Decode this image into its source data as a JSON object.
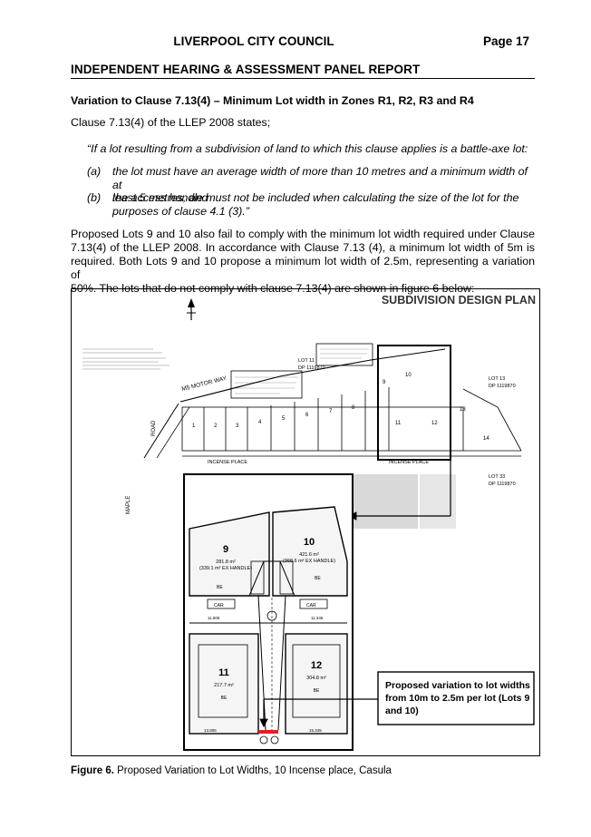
{
  "header": {
    "council": "LIVERPOOL CITY COUNCIL",
    "page": "Page 17",
    "report": "INDEPENDENT HEARING & ASSESSMENT PANEL REPORT"
  },
  "section": {
    "title": "Variation to Clause 7.13(4) – Minimum Lot width in Zones R1, R2, R3 and R4",
    "intro": "Clause 7.13(4) of the LLEP 2008 states;",
    "quote_lead": "“If a lot resulting from a subdivision of land to which this clause applies is a battle-axe lot:",
    "items": [
      {
        "label": "(a)",
        "line1": "the lot must have an average width of more than 10 metres and a minimum width of at",
        "line2": "least 5 metres, and"
      },
      {
        "label": "(b)",
        "line1": "the access handle must not be included when calculating the size of the lot for the",
        "line2": "purposes of clause 4.1 (3).”"
      }
    ],
    "body_lines": [
      "Proposed Lots 9 and 10 also fail to comply with the minimum lot width required under Clause",
      "7.13(4) of the LLEP 2008. In accordance with Clause 7.13 (4), a minimum lot width of 5m is",
      "required. Both Lots 9 and 10 propose a minimum lot width of 2.5m, representing a variation of",
      "50%. The lots that do not comply with clause 7.13(4) are shown in figure 6 below:"
    ]
  },
  "figure": {
    "plan_title": "SUBDIVISION DESIGN PLAN",
    "callout_lines": [
      "Proposed variation to lot widths",
      "from 10m to 2.5m per lot (Lots 9",
      "and 10)"
    ],
    "caption_label": "Figure 6.",
    "caption_text": " Proposed Variation to Lot Widths, 10 Incense place, Casula",
    "overview": {
      "lot11": "LOT 11",
      "dp11": "DP 1119870",
      "lot13": "LOT 13",
      "dp13": "DP 1119870",
      "lot33": "LOT 33",
      "dp33": "DP 1119870",
      "motorway": "M5 MOTOR WAY",
      "road_v": "ROAD",
      "maple": "MAPLE",
      "incense1": "INCENSE PLACE",
      "incense2": "INCENSE PLACE",
      "lot_numbers": [
        "1",
        "2",
        "3",
        "4",
        "5",
        "6",
        "7",
        "8",
        "9",
        "10",
        "11",
        "12",
        "13",
        "14"
      ]
    },
    "detail": {
      "lot9_num": "9",
      "lot9_area": "281.8 m²",
      "lot9_ex": "(339.1 m² EX HANDLE)",
      "lot10_num": "10",
      "lot10_area": "421.6 m²",
      "lot10_ex": "(368.6 m² EX HANDLE)",
      "lot11_num": "11",
      "lot11_area": "217.7 m²",
      "lot12_num": "12",
      "lot12_area": "304.8 m²",
      "be": "BE",
      "car": "CAR",
      "dim_left": "11.805",
      "dim_right": "11.345",
      "dim_bl": "13.805",
      "dim_br": "15.345"
    }
  }
}
